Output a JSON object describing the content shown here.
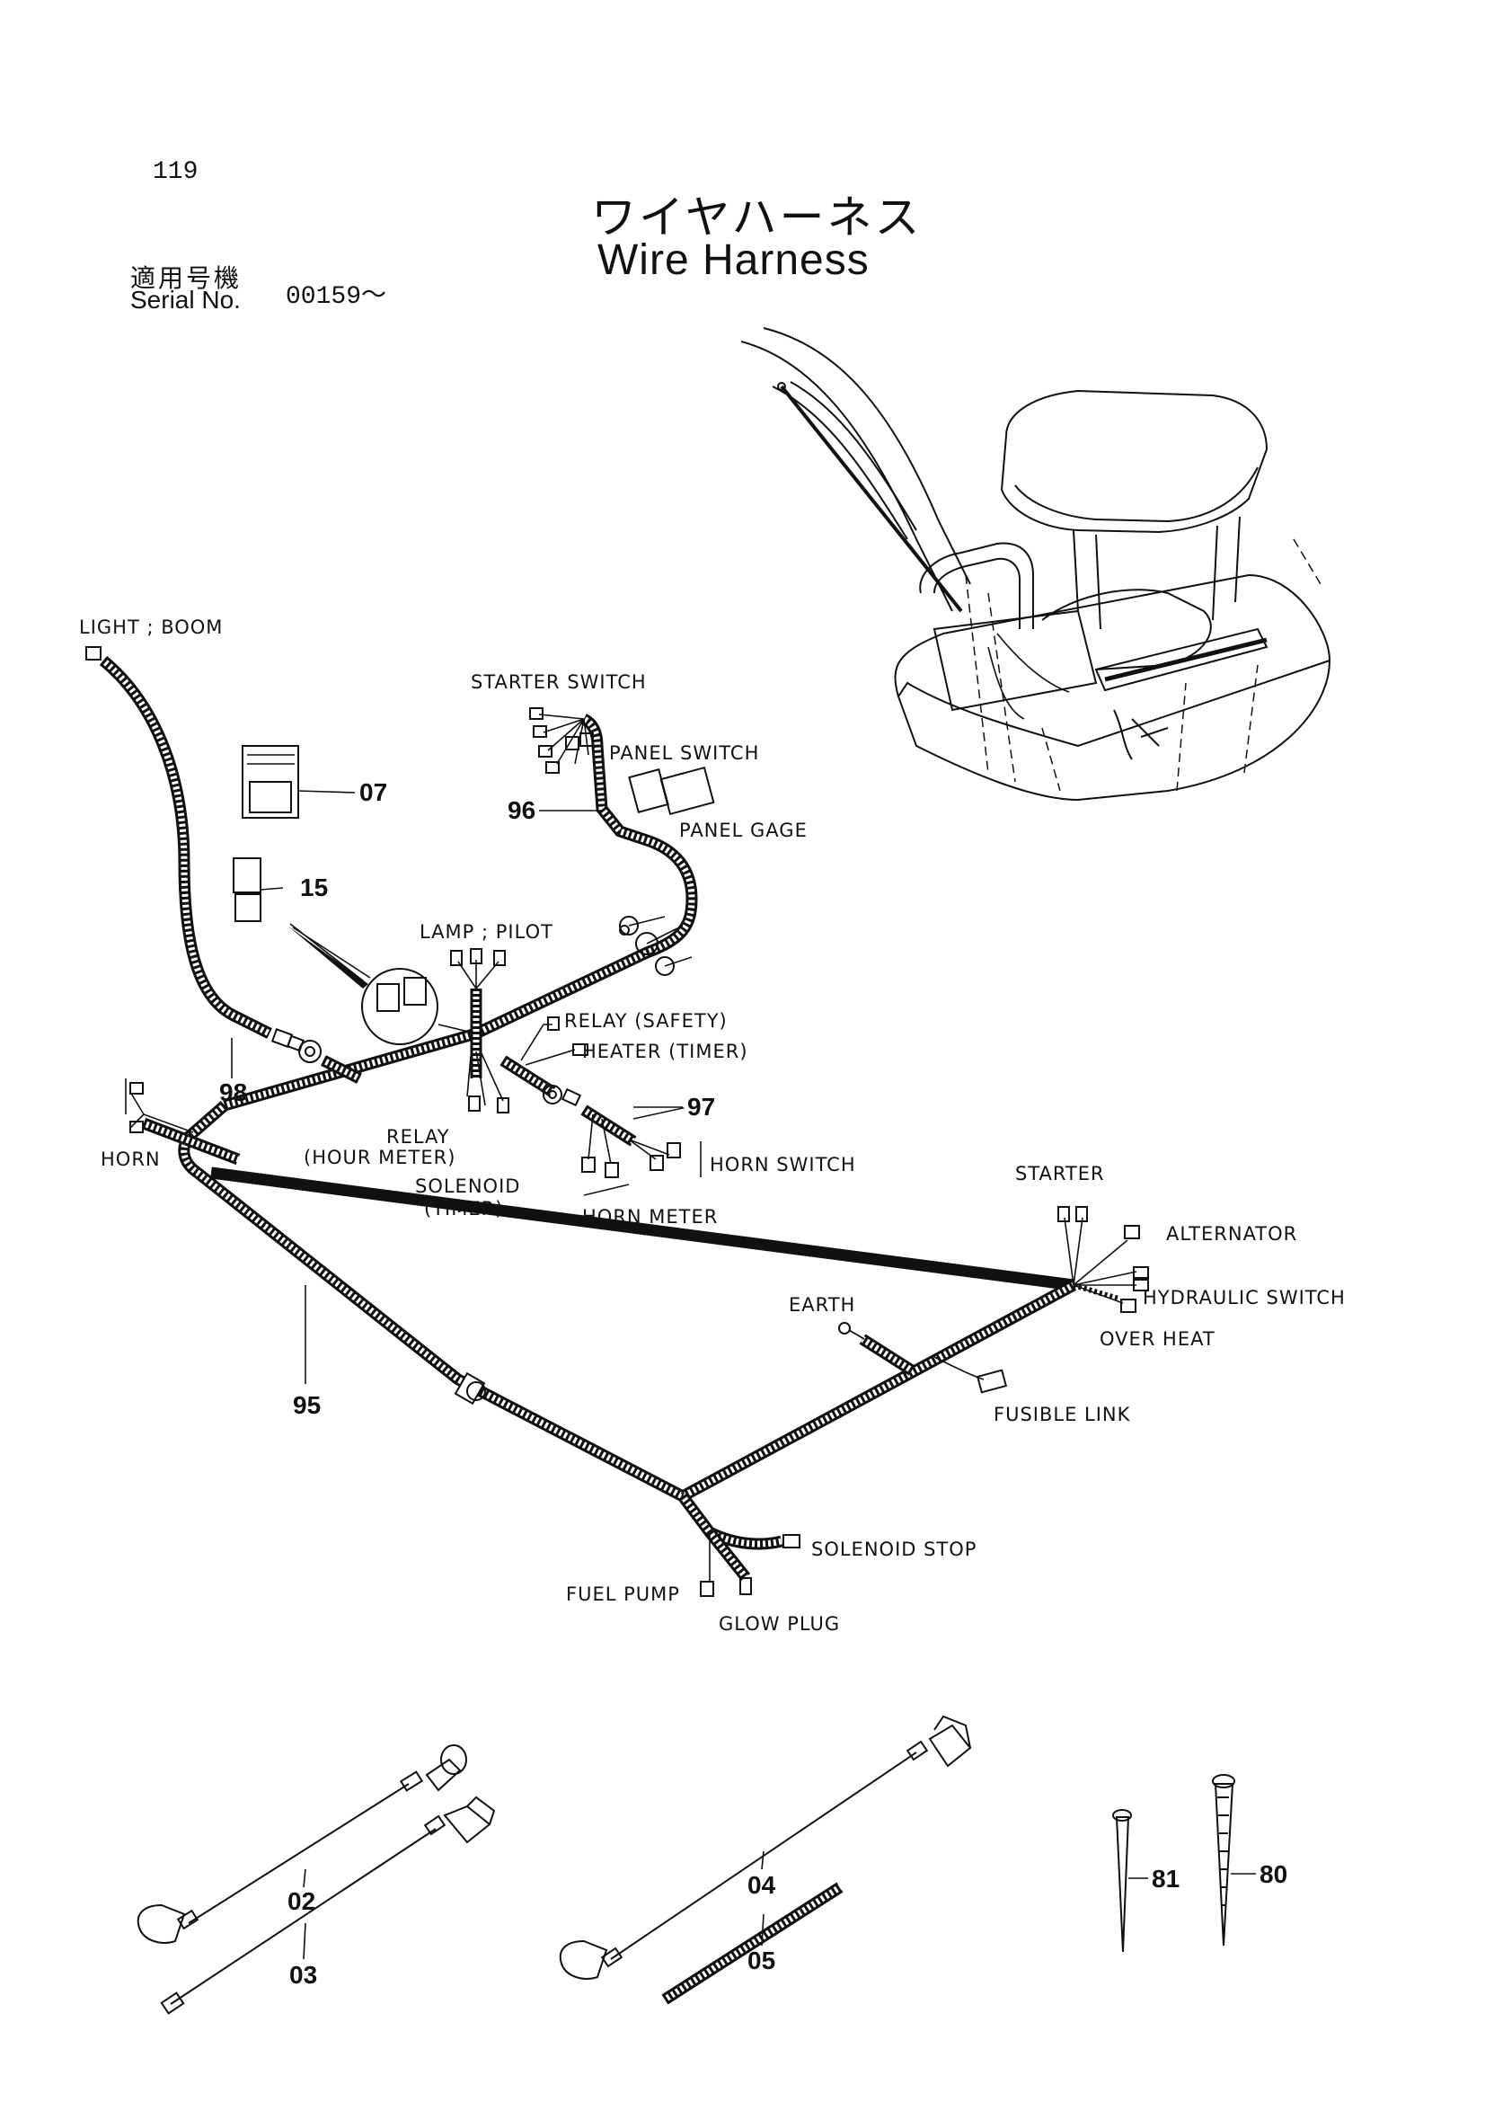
{
  "header": {
    "page_number": "119",
    "title_jp": "ワイヤハーネス",
    "title_en": "Wire Harness",
    "serial_label_jp": "適用号機",
    "serial_label_en": "Serial No.",
    "serial_value": "00159～"
  },
  "labels": {
    "light_boom": "LIGHT ; BOOM",
    "starter_switch": "STARTER SWITCH",
    "panel_switch": "PANEL SWITCH",
    "panel_gage": "PANEL GAGE",
    "lamp_pilot": "LAMP ; PILOT",
    "relay_safety": "RELAY (SAFETY)",
    "heater_timer": "HEATER (TIMER)",
    "relay": "RELAY",
    "hour_meter": "(HOUR  METER)",
    "solenoid": "SOLENOID",
    "timer": "(TIMER)",
    "horn": "HORN",
    "horn_switch": "HORN SWITCH",
    "horn_meter": "HORN METER",
    "starter": "STARTER",
    "alternator": "ALTERNATOR",
    "hydraulic_switch": "HYDRAULIC  SWITCH",
    "over_heat": "OVER  HEAT",
    "earth": "EARTH",
    "fusible_link": "FUSIBLE  LINK",
    "solenoid_stop": "SOLENOID  STOP",
    "fuel_pump": "FUEL  PUMP",
    "glow_plug": "GLOW  PLUG"
  },
  "part_numbers": {
    "p07": "07",
    "p15": "15",
    "p96": "96",
    "p97": "97",
    "p98": "98",
    "p95": "95",
    "p02": "02",
    "p03": "03",
    "p04": "04",
    "p05": "05",
    "p80": "80",
    "p81": "81"
  }
}
